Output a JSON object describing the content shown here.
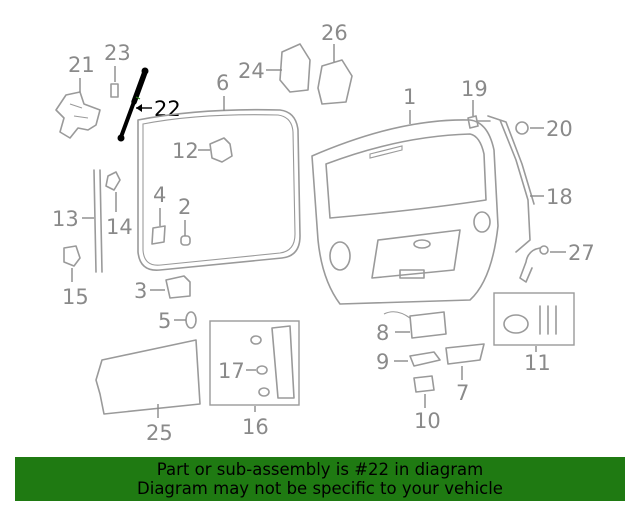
{
  "diagram": {
    "highlight_color": "#000000",
    "part_color": "#9a9a9a",
    "callouts": {
      "c1": "1",
      "c2": "2",
      "c3": "3",
      "c4": "4",
      "c5": "5",
      "c6": "6",
      "c7": "7",
      "c8": "8",
      "c9": "9",
      "c10": "10",
      "c11": "11",
      "c12": "12",
      "c13": "13",
      "c14": "14",
      "c15": "15",
      "c16": "16",
      "c17": "17",
      "c18": "18",
      "c19": "19",
      "c20": "20",
      "c21": "21",
      "c22": "22",
      "c23": "23",
      "c24": "24",
      "c25": "25",
      "c26": "26",
      "c27": "27"
    }
  },
  "banner": {
    "background": "#1f7a12",
    "line1": "Part or sub-assembly is #22 in diagram",
    "line2": "Diagram may not be specific to your vehicle"
  }
}
